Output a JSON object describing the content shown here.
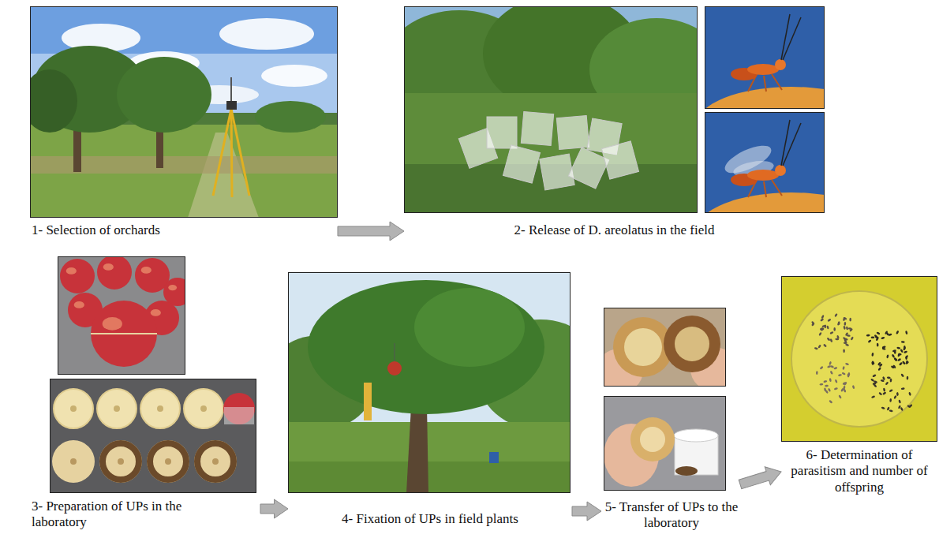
{
  "diagram": {
    "nodes": [
      {
        "text": [
          "1- Selection of orchards"
        ]
      },
      {
        "text": [
          "2- Release of D. areolatus in the field"
        ]
      },
      {
        "text": [
          "3- Preparation of UPs in the laboratory"
        ]
      },
      {
        "text": [
          "4- Fixation of UPs in field plants"
        ]
      },
      {
        "text": [
          "5- Transfer of UPs to the laboratory"
        ]
      },
      {
        "text": [
          "6- Determination of parasitism and number of offspring"
        ]
      }
    ],
    "edges": [
      {
        "from": 0,
        "to": 1,
        "arrow": "to"
      },
      {
        "from": 2,
        "to": 3,
        "arrow": "to"
      },
      {
        "from": 3,
        "to": 4,
        "arrow": "to"
      },
      {
        "from": 4,
        "to": 5,
        "arrow": "to"
      }
    ]
  }
}
